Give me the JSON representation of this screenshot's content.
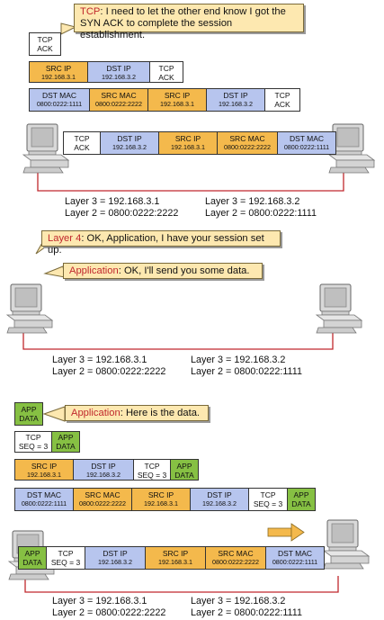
{
  "s1": {
    "callout": {
      "hl": "TCP",
      "line1": ": I need to let the other end know I got the",
      "line2": "SYN ACK to complete the session establishment."
    },
    "tcp": {
      "a": "TCP",
      "b": "ACK"
    },
    "l3": [
      {
        "a": "SRC IP",
        "b": "192.168.3.1"
      },
      {
        "a": "DST IP",
        "b": "192.168.3.2"
      },
      {
        "a": "TCP",
        "b": "ACK"
      }
    ],
    "l2": [
      {
        "a": "DST MAC",
        "b": "0800:0222:1111"
      },
      {
        "a": "SRC MAC",
        "b": "0800:0222:2222"
      },
      {
        "a": "SRC IP",
        "b": "192.168.3.1"
      },
      {
        "a": "DST IP",
        "b": "192.168.3.2"
      },
      {
        "a": "TCP",
        "b": "ACK"
      }
    ],
    "wire": [
      {
        "a": "TCP",
        "b": "ACK"
      },
      {
        "a": "DST IP",
        "b": "192.168.3.2"
      },
      {
        "a": "SRC IP",
        "b": "192.168.3.1"
      },
      {
        "a": "SRC MAC",
        "b": "0800:0222:2222"
      },
      {
        "a": "DST MAC",
        "b": "0800:0222:1111"
      }
    ],
    "left": {
      "l3": "Layer 3 = 192.168.3.1",
      "l2": "Layer 2 = 0800:0222:2222"
    },
    "right": {
      "l3": "Layer 3 = 192.168.3.2",
      "l2": "Layer 2 = 0800:0222:1111"
    }
  },
  "s2": {
    "callout1": {
      "hl": "Layer 4",
      "text": ": OK, Application, I have your session set up."
    },
    "callout2": {
      "hl": "Application",
      "text": ": OK, I'll send you some data."
    },
    "left": {
      "l3": "Layer 3 = 192.168.3.1",
      "l2": "Layer 2 = 0800:0222:2222"
    },
    "right": {
      "l3": "Layer 3 = 192.168.3.2",
      "l2": "Layer 2 = 0800:0222:1111"
    }
  },
  "s3": {
    "app": {
      "a": "APP",
      "b": "DATA"
    },
    "callout": {
      "hl": "Application",
      "text": ": Here is the data."
    },
    "tcp": [
      {
        "a": "TCP",
        "b": "SEQ = 3"
      },
      {
        "a": "APP",
        "b": "DATA"
      }
    ],
    "l3": [
      {
        "a": "SRC IP",
        "b": "192.168.3.1"
      },
      {
        "a": "DST IP",
        "b": "192.168.3.2"
      },
      {
        "a": "TCP",
        "b": "SEQ = 3"
      },
      {
        "a": "APP",
        "b": "DATA"
      }
    ],
    "l2": [
      {
        "a": "DST MAC",
        "b": "0800:0222:1111"
      },
      {
        "a": "SRC MAC",
        "b": "0800:0222:2222"
      },
      {
        "a": "SRC IP",
        "b": "192.168.3.1"
      },
      {
        "a": "DST IP",
        "b": "192.168.3.2"
      },
      {
        "a": "TCP",
        "b": "SEQ = 3"
      },
      {
        "a": "APP",
        "b": "DATA"
      }
    ],
    "wire": [
      {
        "a": "APP",
        "b": "DATA"
      },
      {
        "a": "TCP",
        "b": "SEQ = 3"
      },
      {
        "a": "DST IP",
        "b": "192.168.3.2"
      },
      {
        "a": "SRC IP",
        "b": "192.168.3.1"
      },
      {
        "a": "SRC MAC",
        "b": "0800:0222:2222"
      },
      {
        "a": "DST MAC",
        "b": "0800:0222:1111"
      }
    ],
    "left": {
      "l3": "Layer 3 = 192.168.3.1",
      "l2": "Layer 2 = 0800:0222:2222"
    },
    "right": {
      "l3": "Layer 3 = 192.168.3.2",
      "l2": "Layer 2 = 0800:0222:1111"
    }
  },
  "colors": {
    "orange": "#f4b94c",
    "blue": "#b7c5ee",
    "green": "#86c043",
    "white": "#ffffff",
    "callout": "#fde8b0",
    "wire": "#c0282d",
    "highlight": "#c0282d"
  },
  "icons": [
    "computer-icon",
    "arrow-right-icon"
  ]
}
